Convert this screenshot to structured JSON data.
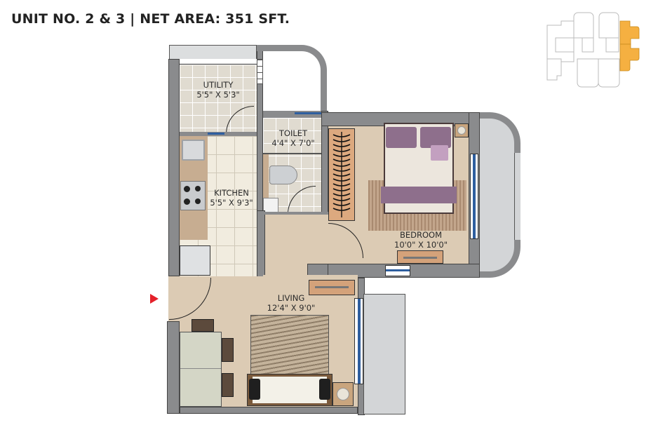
{
  "header": {
    "title": "UNIT NO. 2 & 3 | NET AREA: 351 SFT."
  },
  "rooms": {
    "utility": {
      "name": "UTILITY",
      "size": "5'5\" X 5'3\""
    },
    "toilet": {
      "name": "TOILET",
      "size": "4'4\" X 7'0\""
    },
    "kitchen": {
      "name": "KITCHEN",
      "size": "5'5\" X 9'3\""
    },
    "bedroom": {
      "name": "BEDROOM",
      "size": "10'0\" X 10'0\""
    },
    "living": {
      "name": "LIVING",
      "size": "12'4\" X 9'0\""
    }
  },
  "key_plan": {
    "highlight_color": "#f5b041",
    "highlighted_units": [
      "2",
      "3"
    ]
  },
  "colors": {
    "wall": "#8a8b8d",
    "balcony": "#d3d5d7",
    "floor": "#dccbb4",
    "window": "#2e5e9f",
    "entry_marker": "#e4202a"
  },
  "icons": {
    "entry": "entry-arrow-icon"
  }
}
